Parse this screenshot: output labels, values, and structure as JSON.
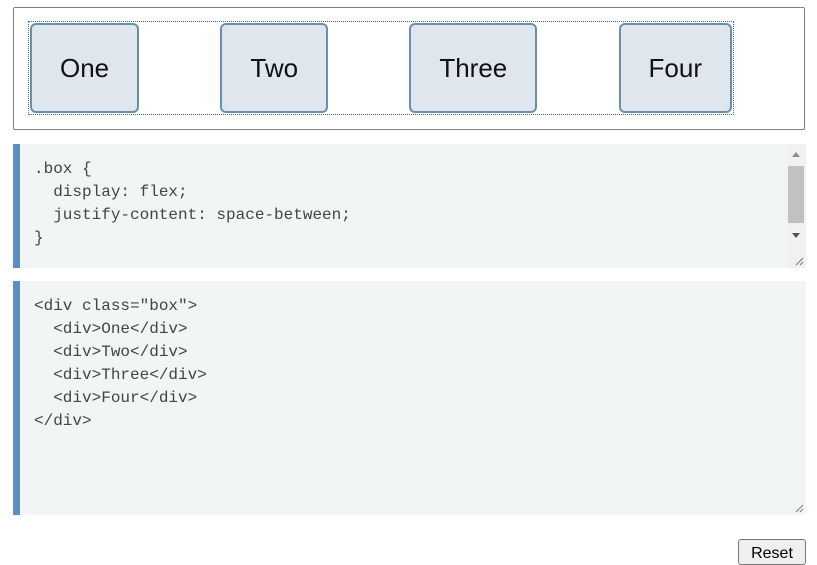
{
  "output": {
    "items": [
      "One",
      "Two",
      "Three",
      "Four"
    ]
  },
  "css_editor": {
    "lines": [
      ".box {",
      "  display: flex;",
      "  justify-content: space-between;",
      "}"
    ]
  },
  "html_editor": {
    "lines": [
      "<div class=\"box\">",
      "  <div>One</div>",
      "  <div>Two</div>",
      "  <div>Three</div>",
      "  <div>Four</div>",
      "</div>"
    ]
  },
  "controls": {
    "reset_label": "Reset"
  },
  "colors": {
    "accent_border": "#5b8fbf",
    "item_background": "#dfe6ee",
    "item_border": "#6a8fab",
    "editor_background": "#f2f5f6"
  },
  "icons": {
    "scroll_up": "scroll-up-arrow-icon",
    "scroll_down": "scroll-down-arrow-icon",
    "resize": "resize-grip-icon"
  }
}
